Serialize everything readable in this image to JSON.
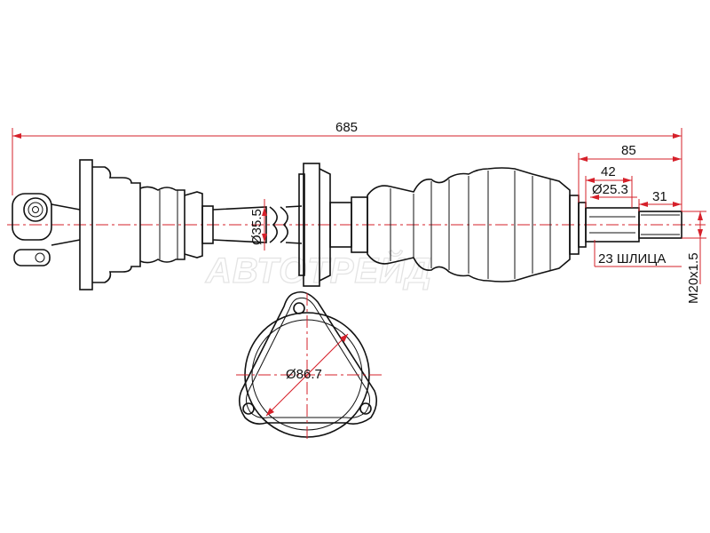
{
  "colors": {
    "dimension": "#d6202a",
    "outline": "#111111",
    "watermark": "#e4e4e4"
  },
  "dimensions": {
    "overall_length": "685",
    "outer_length": "85",
    "spline_length": "42",
    "thread_length": "31",
    "spline_diameter": "Ø25.3",
    "shaft_diameter": "Ø35.5",
    "flange_diameter": "Ø86.7",
    "spline_count": "23 ШЛИЦА",
    "thread": "M20x1.5"
  },
  "watermark": "АВТОТРЕЙД"
}
